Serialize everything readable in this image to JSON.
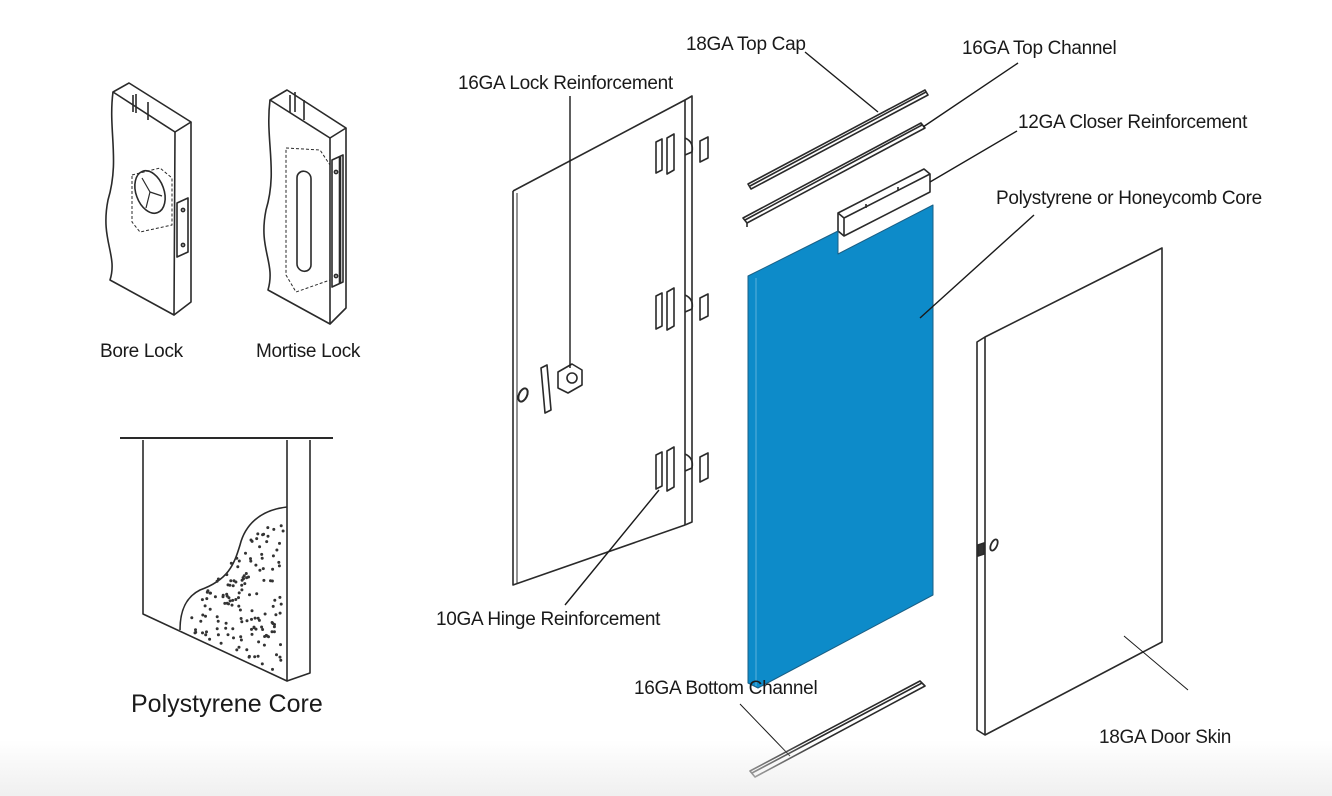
{
  "title": "Steel Door Construction Diagram",
  "colors": {
    "core_fill": "#0d8bc9",
    "line": "#2a2a2a"
  },
  "lock_types": {
    "bore_lock": "Bore Lock",
    "mortise_lock": "Mortise Lock"
  },
  "core_detail": {
    "label": "Polystyrene Core"
  },
  "callouts": {
    "lock_reinforcement": "16GA Lock Reinforcement",
    "top_cap": "18GA Top Cap",
    "top_channel": "16GA Top Channel",
    "closer_reinforcement": "12GA Closer Reinforcement",
    "core": "Polystyrene or Honeycomb Core",
    "hinge_reinforcement": "10GA Hinge Reinforcement",
    "bottom_channel": "16GA Bottom Channel",
    "door_skin": "18GA Door Skin"
  }
}
